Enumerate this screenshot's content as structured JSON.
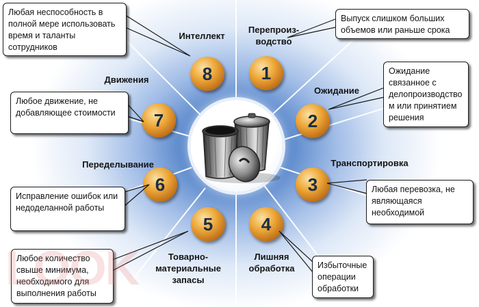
{
  "items": [
    {
      "number": "1",
      "title": "Перепроиз-\nводство",
      "description": "Выпуск слишком больших объемов или раньше срока"
    },
    {
      "number": "2",
      "title": "Ожидание",
      "description": "Ожидание связанное с делопроизводство м или принятием решения"
    },
    {
      "number": "3",
      "title": "Транспортировка",
      "description": "Любая перевозка, не являющаяся необходимой"
    },
    {
      "number": "4",
      "title": "Лишняя\nобработка",
      "description": "Избыточные операции обработки"
    },
    {
      "number": "5",
      "title": "Товарно-\nматериальные\nзапасы",
      "description": "Любое количество свыше минимума, необходимого для выполнения работы"
    },
    {
      "number": "6",
      "title": "Переделывание",
      "description": "Исправление ошибок или недоделанной работы"
    },
    {
      "number": "7",
      "title": "Движения",
      "description": "Любое движение, не добавляющее стоимости"
    },
    {
      "number": "8",
      "title": "Интеллект",
      "description": "Любая неспособность в полной мере использовать время и таланты сотрудников"
    }
  ],
  "center_icon": "trash-cans-icon",
  "watermark": "LOOK",
  "colors": {
    "badge": "#e39a2e",
    "glow": "#3a6db8",
    "box_border": "#1a1a1a"
  }
}
